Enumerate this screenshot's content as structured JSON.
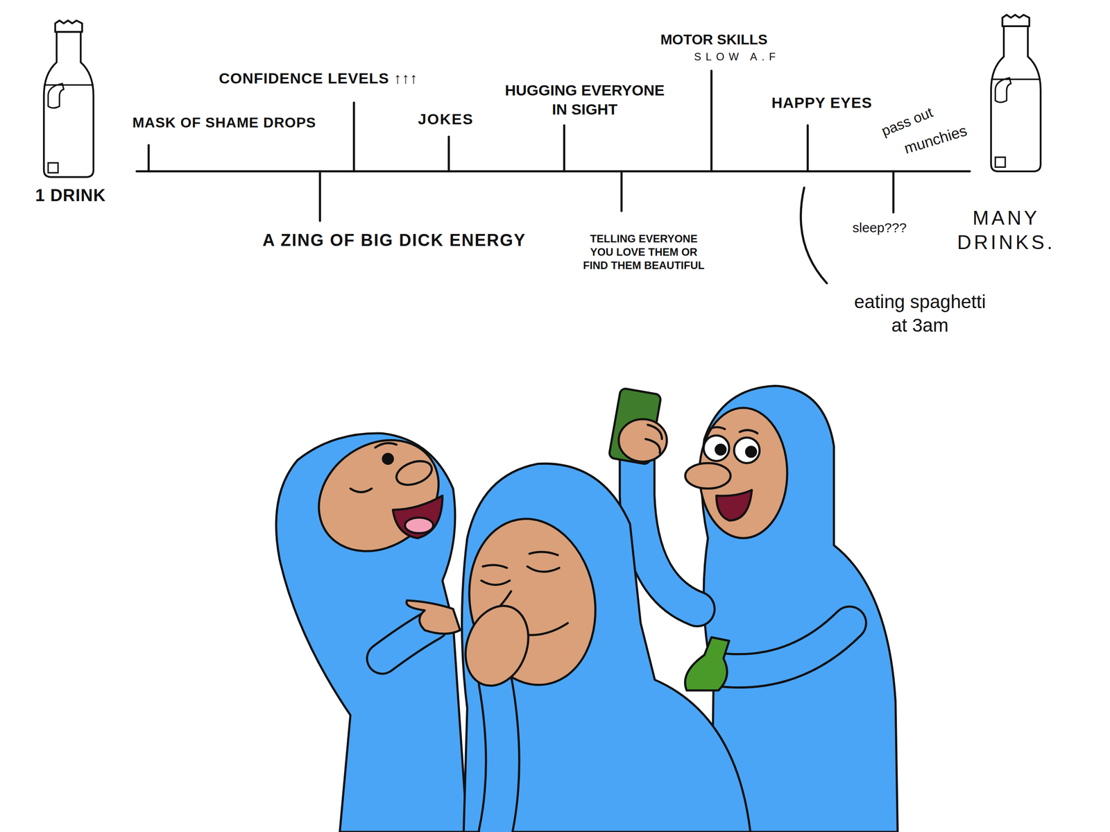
{
  "diagram": {
    "labels": [
      "1 DRINK",
      "MASK OF SHAME DROPS",
      "CONFIDENCE LEVELS ↑↑↑",
      "A ZING OF BIG DICK ENERGY",
      "JOKES",
      "HUGGING EVERYONE IN SIGHT",
      "TELLING EVERYONE YOU LOVE THEM OR FIND THEM BEAUTIFUL",
      "MOTOR SKILLS",
      "SLOW A.F",
      "HAPPY EYES",
      "pass out",
      "munchies",
      "sleep???",
      "MANY DRINKS.",
      "eating spaghetti at 3am"
    ]
  }
}
